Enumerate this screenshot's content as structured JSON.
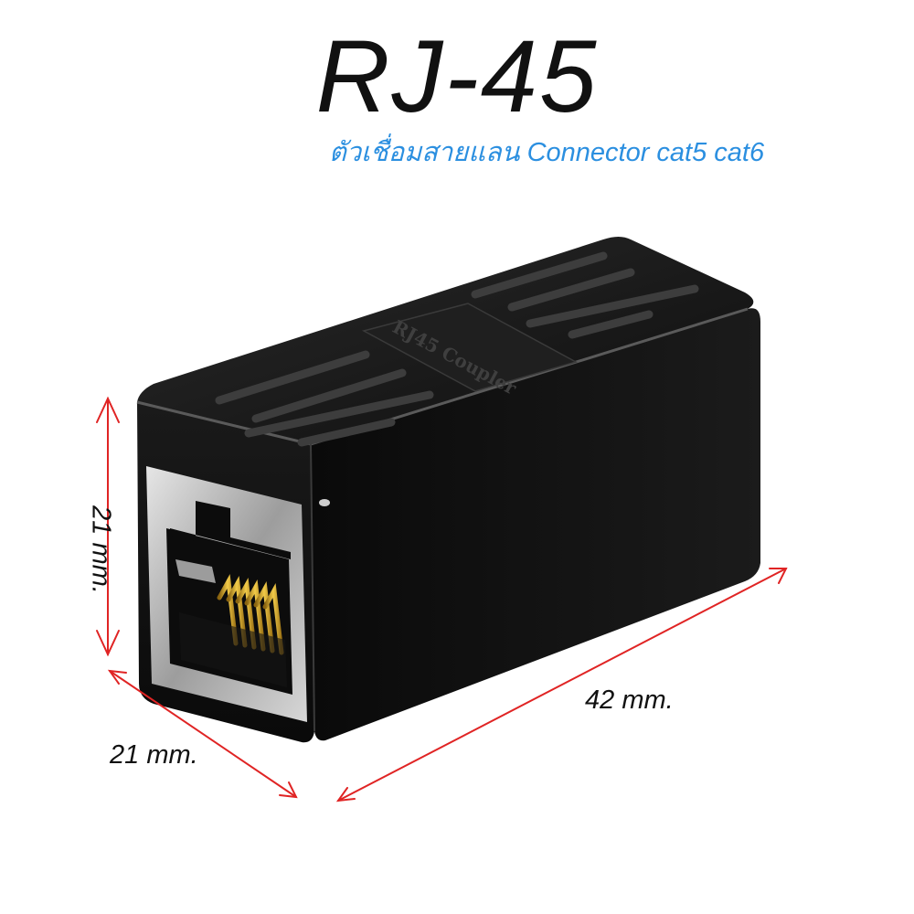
{
  "title": "RJ-45",
  "subtitle": "ตัวเชื่อมสายแลน Connector cat5 cat6",
  "dimensions": {
    "height": "21 mm.",
    "width": "21 mm.",
    "length": "42 mm."
  },
  "product_embossing": "RJ45 Coupler",
  "colors": {
    "subtitle": "#2b8fe0",
    "arrow": "#e02424",
    "body": "#141414",
    "jack_frame": "#c9c9c9",
    "pins": "#d4a21c"
  }
}
